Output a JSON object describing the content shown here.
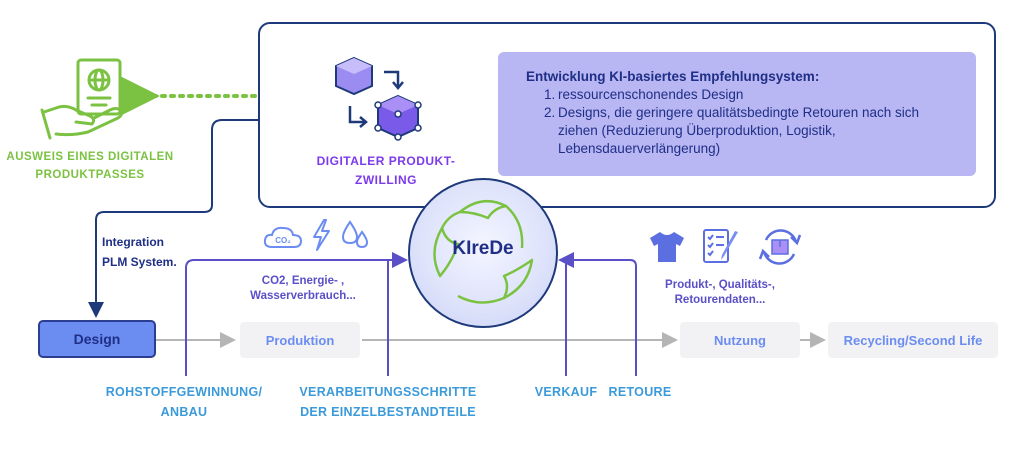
{
  "passport": {
    "label_line1": "AUSWEIS EINES DIGITALEN",
    "label_line2": "PRODUKTPASSES"
  },
  "twin": {
    "label_line1": "DIGITALER PRODUKT-",
    "label_line2": "ZWILLING"
  },
  "info": {
    "title": "Entwicklung KI-basiertes Empfehlungsystem:",
    "items": [
      {
        "num": "1.",
        "text": "ressourcenschonendes Design"
      },
      {
        "num": "2.",
        "text": "Designs, die geringere qualitätsbedingte Retouren nach sich ziehen (Reduzierung  Überproduktion, Logistik, Lebensdauerverlängerung)"
      }
    ]
  },
  "integration": {
    "line1": "Integration",
    "line2": "PLM System."
  },
  "center": {
    "label": "KIreDe"
  },
  "resources": {
    "co2_icon_text": "CO₂",
    "label_line1": "CO2, Energie- ,",
    "label_line2": "Wasserverbrauch..."
  },
  "data_label": {
    "line1": "Produkt-, Qualitäts-,",
    "line2": "Retourendaten..."
  },
  "stages": {
    "design": "Design",
    "produktion": "Produktion",
    "nutzung": "Nutzung",
    "recycling": "Recycling/Second Life"
  },
  "bottom": {
    "rohstoff_line1": "ROHSTOFFGEWINNUNG/",
    "rohstoff_line2": "ANBAU",
    "verarbeitung_line1": "VERARBEITUNGSSCHRITTE",
    "verarbeitung_line2": "DER EINZELBESTANDTEILE",
    "verkauf": "VERKAUF",
    "retoure": "RETOURE"
  },
  "colors": {
    "dark_blue": "#1f3a7a",
    "purple": "#5b4fc7",
    "green": "#7cc242",
    "light_blue": "#3b9ad9",
    "design_fill": "#6b8df1",
    "info_fill": "#b8b6f3"
  },
  "icons": [
    "passport-hand-icon",
    "cube-twin-icon",
    "co2-cloud-icon",
    "lightning-icon",
    "water-drops-icon",
    "recycle-leaves-icon",
    "tshirt-icon",
    "checklist-icon",
    "return-box-icon"
  ]
}
